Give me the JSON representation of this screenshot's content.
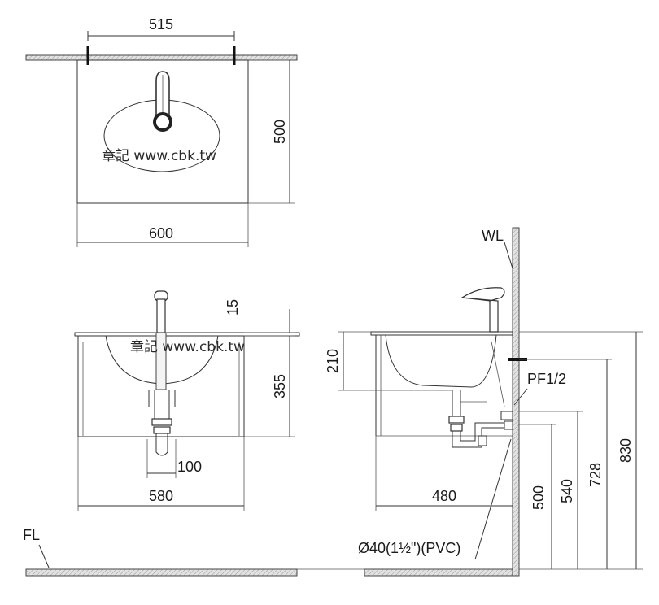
{
  "watermark": "章記 www.cbk.tw",
  "top_view": {
    "dim_mounting": "515",
    "dim_depth": "500",
    "dim_width": "600"
  },
  "front_view": {
    "dim_counter": "15",
    "dim_height": "355",
    "dim_drain_offset": "100",
    "dim_width": "580"
  },
  "side_view": {
    "label_wall": "WL",
    "label_floor": "FL",
    "label_supply": "PF1/2",
    "label_drain_pipe": "Ø40(1½\")(PVC)",
    "dim_basin_depth": "210",
    "dim_projection": "480",
    "dim_drain_height": "500",
    "dim_supply_height": "540",
    "dim_basin_bottom": "728",
    "dim_rim_height": "830"
  }
}
